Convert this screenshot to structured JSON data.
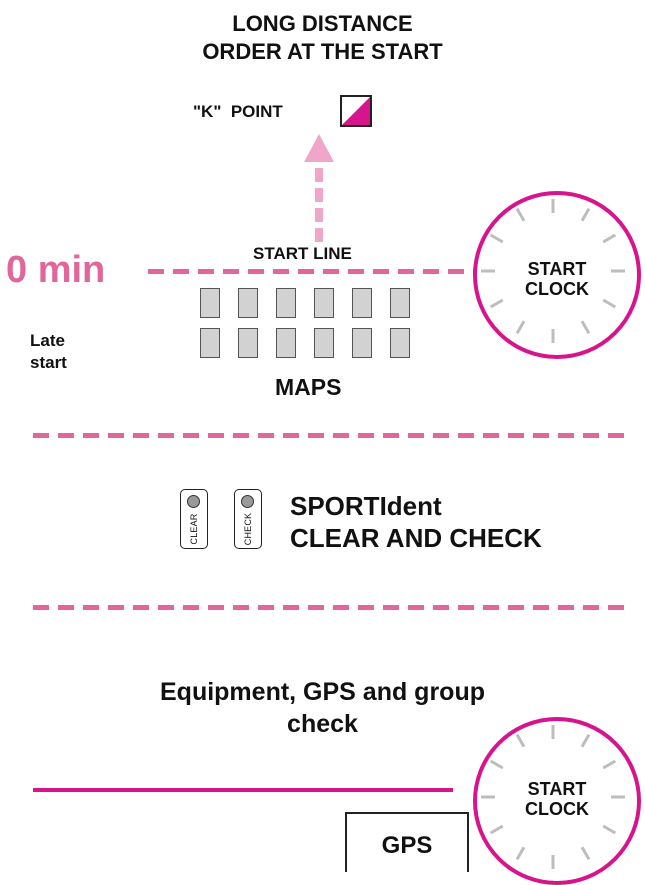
{
  "title": {
    "line1": "LONG DISTANCE",
    "line2": "ORDER AT THE START"
  },
  "k_point": {
    "label": "\"K\"  POINT"
  },
  "start_line": {
    "label": "START LINE",
    "time_label": "0 min"
  },
  "late_start": {
    "line1": "Late",
    "line2": "start"
  },
  "maps": {
    "label": "MAPS",
    "rows": 2,
    "per_row": 6
  },
  "clock_top": {
    "line1": "START",
    "line2": "CLOCK"
  },
  "sportident": {
    "line1": "SPORTIdent",
    "line2": "CLEAR AND CHECK",
    "clear_unit": "CLEAR",
    "check_unit": "CHECK"
  },
  "equipment": {
    "line1": "Equipment, GPS and group",
    "line2": "check"
  },
  "clock_bottom": {
    "line1": "START",
    "line2": "CLOCK"
  },
  "gps": {
    "label": "GPS"
  },
  "colors": {
    "magenta": "#d6148c",
    "pink_dash": "#e0669b",
    "arrow_pink": "#f0a6c8",
    "map_gray": "#d2d2d2"
  }
}
